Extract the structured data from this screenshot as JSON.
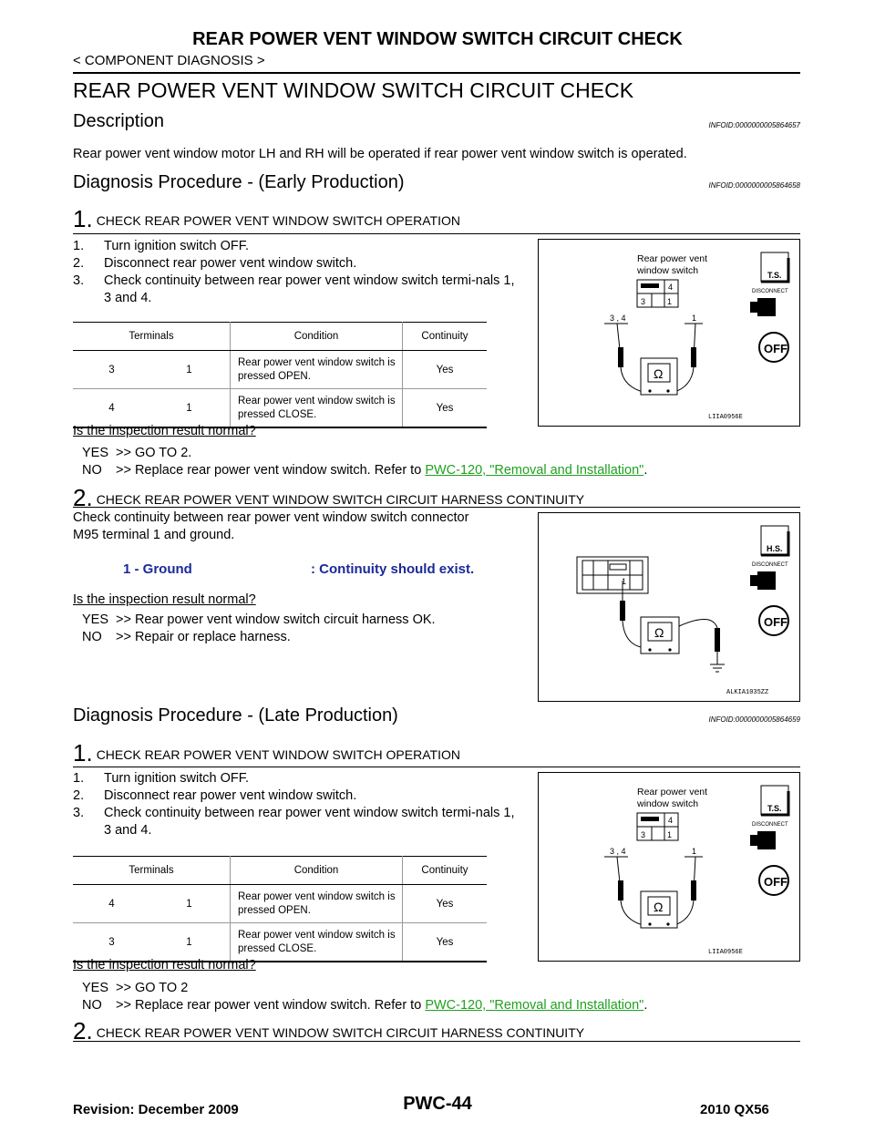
{
  "header": {
    "title": "REAR POWER VENT WINDOW SWITCH CIRCUIT CHECK",
    "breadcrumb": "< COMPONENT DIAGNOSIS >"
  },
  "main_title": "REAR POWER VENT WINDOW SWITCH CIRCUIT CHECK",
  "description": {
    "heading": "Description",
    "infoid": "INFOID:0000000005864657",
    "text": "Rear power vent window motor LH and RH will be operated if rear power vent window switch is operated."
  },
  "early": {
    "heading": "Diagnosis Procedure - (Early Production)",
    "infoid": "INFOID:0000000005864658",
    "step1": {
      "num": "1.",
      "title": "CHECK REAR POWER VENT WINDOW SWITCH OPERATION",
      "list": [
        {
          "n": "1.",
          "t": "Turn ignition switch OFF."
        },
        {
          "n": "2.",
          "t": "Disconnect rear power vent window switch."
        },
        {
          "n": "3.",
          "t": "Check continuity between rear power vent window switch termi-nals 1, 3 and 4."
        }
      ],
      "table": {
        "headers": [
          "Terminals",
          "Condition",
          "Continuity"
        ],
        "rows": [
          {
            "a": "3",
            "b": "1",
            "cond": "Rear power vent window switch is pressed OPEN.",
            "cont": "Yes"
          },
          {
            "a": "4",
            "b": "1",
            "cond": "Rear power vent window switch is pressed CLOSE.",
            "cont": "Yes"
          }
        ]
      },
      "question": "Is the inspection result normal?",
      "yes_label": "YES",
      "yes_text": ">> GO TO 2.",
      "no_label": "NO",
      "no_text": ">> Replace rear power vent window switch. Refer to",
      "link": "PWC-120, \"Removal and Installation\"",
      "figure": {
        "title1": "Rear power vent",
        "title2": "window switch",
        "pins_left": "3 , 4",
        "pin_right": "1",
        "code": "LIIA0956E",
        "ts": "T.S."
      }
    },
    "step2": {
      "num": "2.",
      "title": "CHECK REAR POWER VENT WINDOW SWITCH CIRCUIT HARNESS CONTINUITY",
      "text1": "Check continuity between rear power vent window switch connector",
      "text2": "M95 terminal 1 and ground.",
      "ground_left": "1 - Ground",
      "ground_right": ": Continuity should exist.",
      "question": "Is the inspection result normal?",
      "yes_label": "YES",
      "yes_text": ">> Rear power vent window switch circuit harness OK.",
      "no_label": "NO",
      "no_text": ">> Repair or replace harness.",
      "figure": {
        "pin": "1",
        "code": "ALKIA1035ZZ",
        "hs": "H.S."
      }
    }
  },
  "late": {
    "heading": "Diagnosis Procedure - (Late Production)",
    "infoid": "INFOID:0000000005864659",
    "step1": {
      "num": "1.",
      "title": "CHECK REAR POWER VENT WINDOW SWITCH OPERATION",
      "list": [
        {
          "n": "1.",
          "t": "Turn ignition switch OFF."
        },
        {
          "n": "2.",
          "t": "Disconnect rear power vent window switch."
        },
        {
          "n": "3.",
          "t": "Check continuity between rear power vent window switch termi-nals 1, 3 and 4."
        }
      ],
      "table": {
        "headers": [
          "Terminals",
          "Condition",
          "Continuity"
        ],
        "rows": [
          {
            "a": "4",
            "b": "1",
            "cond": "Rear power vent window switch is pressed OPEN.",
            "cont": "Yes"
          },
          {
            "a": "3",
            "b": "1",
            "cond": "Rear power vent window switch is pressed CLOSE.",
            "cont": "Yes"
          }
        ]
      },
      "question": "Is the inspection result normal?",
      "yes_label": "YES",
      "yes_text": ">> GO TO 2",
      "no_label": "NO",
      "no_text": ">> Replace rear power vent window switch. Refer to",
      "link": "PWC-120, \"Removal and Installation\""
    },
    "step2": {
      "num": "2.",
      "title": "CHECK REAR POWER VENT WINDOW SWITCH CIRCUIT HARNESS CONTINUITY"
    }
  },
  "icons": {
    "disconnect": "DISCONNECT",
    "off": "OFF",
    "ohm": "Ω"
  },
  "footer": {
    "revision": "Revision: December 2009",
    "page": "PWC-44",
    "model": "2010 QX56"
  }
}
